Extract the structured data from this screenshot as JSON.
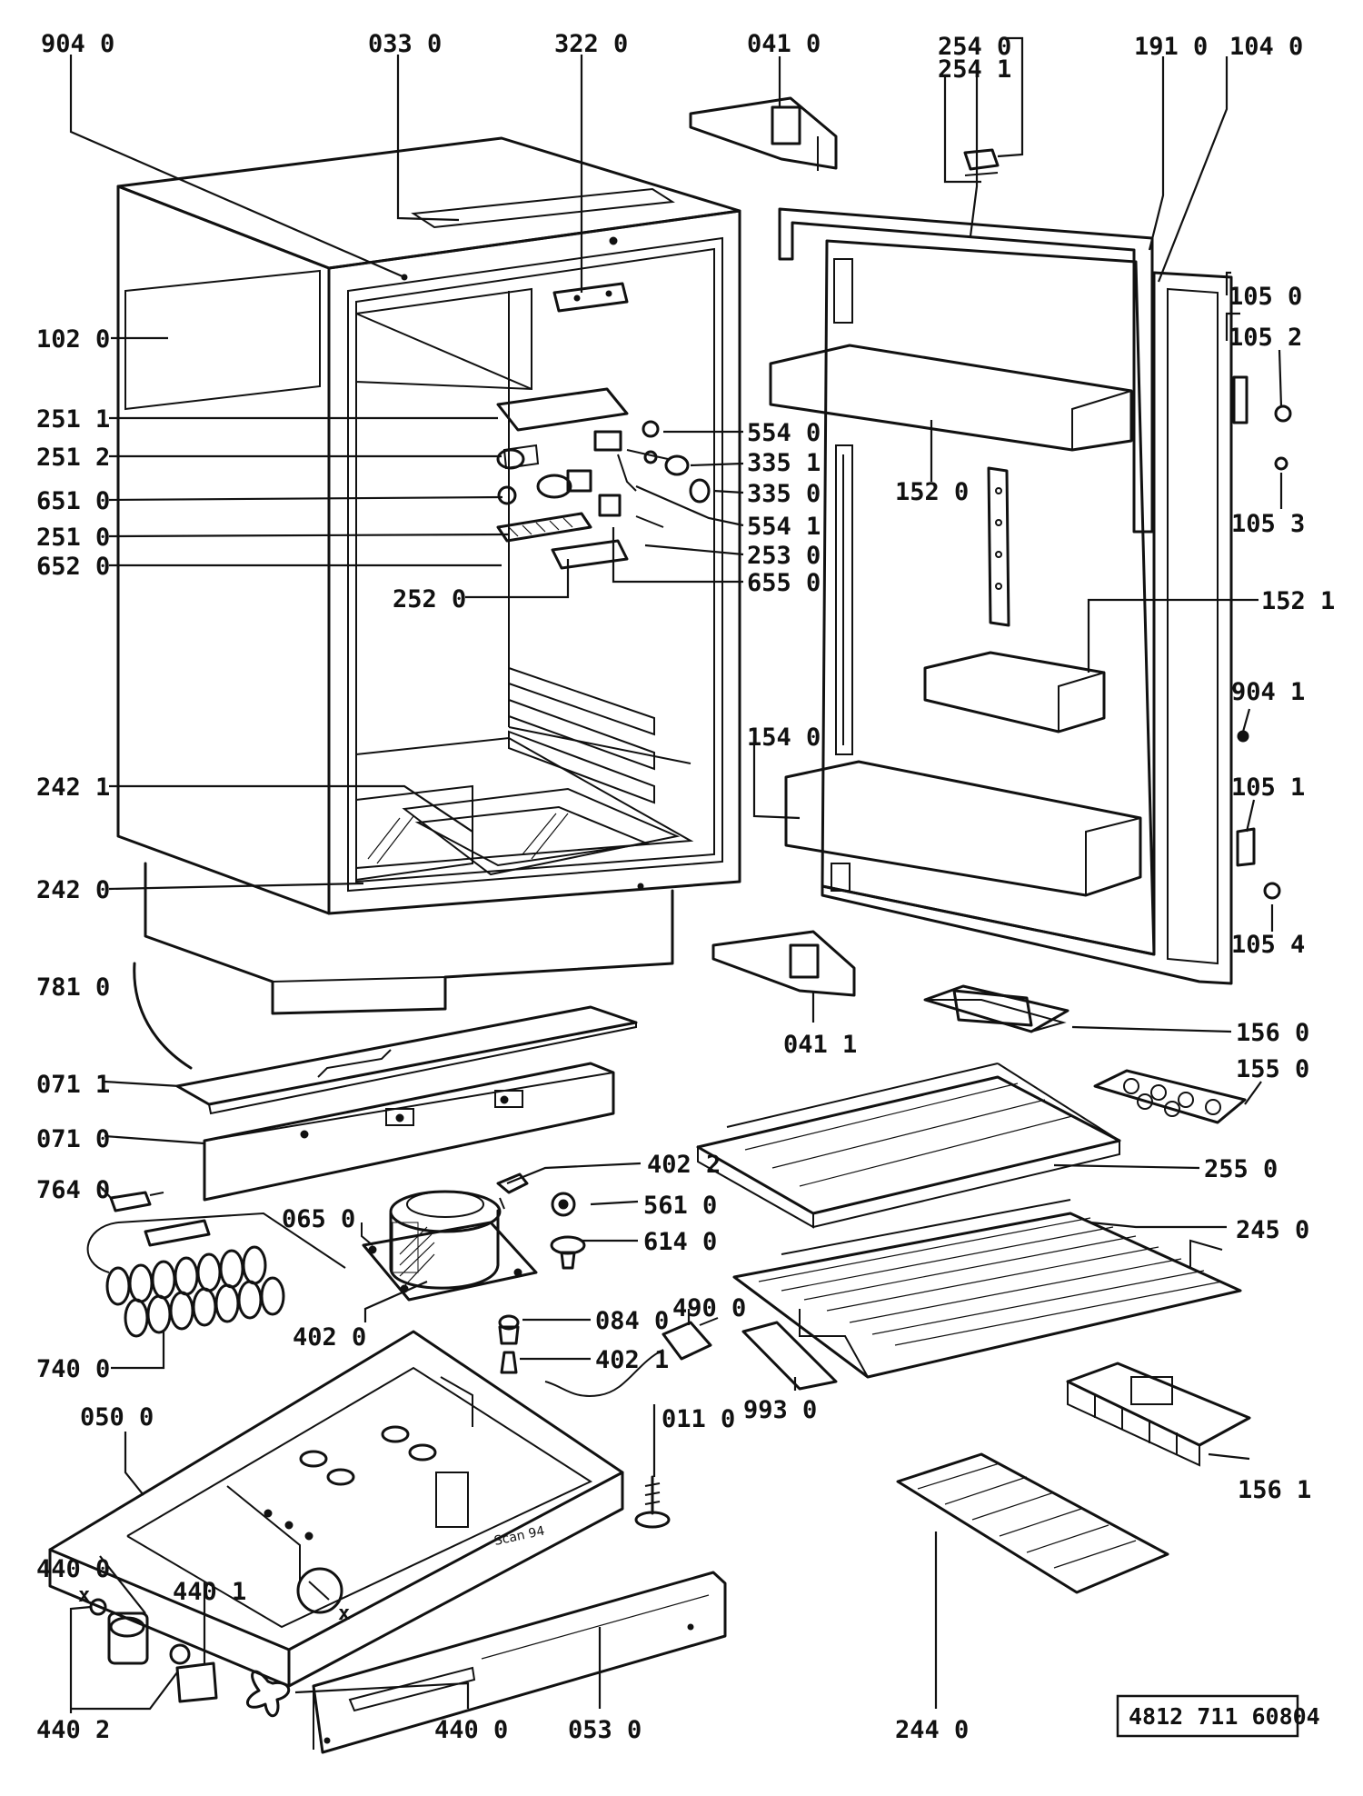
{
  "diagram": {
    "labels": {
      "p9040": "904 0",
      "p0330": "033 0",
      "p3220": "322 0",
      "p0410": "041 0",
      "p2540": "254 0",
      "p2541": "254 1",
      "p1910": "191 0",
      "p1040": "104 0",
      "p1020": "102 0",
      "p1050": "105 0",
      "p1052": "105 2",
      "p2511": "251 1",
      "p5540": "554 0",
      "p2512": "251 2",
      "p3351": "335 1",
      "p6510": "651 0",
      "p3350": "335 0",
      "p1520": "152 0",
      "p5541": "554 1",
      "p2510": "251 0",
      "p2530": "253 0",
      "p1053": "105 3",
      "p6520": "652 0",
      "p6550": "655 0",
      "p2520": "252 0",
      "p1521": "152 1",
      "p9041": "904 1",
      "p1540": "154 0",
      "p2421": "242 1",
      "p1051": "105 1",
      "p2420": "242 0",
      "p1054": "105 4",
      "p7810": "781 0",
      "p0411": "041 1",
      "p1560": "156 0",
      "p0711": "071 1",
      "p1550": "155 0",
      "p0710": "071 0",
      "p4022": "402 2",
      "p2550": "255 0",
      "p7640": "764 0",
      "p0650": "065 0",
      "p5610": "561 0",
      "p6140": "614 0",
      "p2450": "245 0",
      "p4020": "402 0",
      "p0840": "084 0",
      "p4900": "490 0",
      "p7400": "740 0",
      "p4021": "402 1",
      "p0500": "050 0",
      "p9930": "993 0",
      "p0110": "011 0",
      "p1561": "156 1",
      "p4400a": "440 0",
      "p4401": "440 1",
      "p4402": "440 2",
      "p4400b": "440 0",
      "p0530": "053 0",
      "p2440": "244 0"
    },
    "marks": {
      "x1": "x",
      "x2": "x",
      "stamp": "Scan 94"
    },
    "reference_number": "4812 711 60804"
  }
}
